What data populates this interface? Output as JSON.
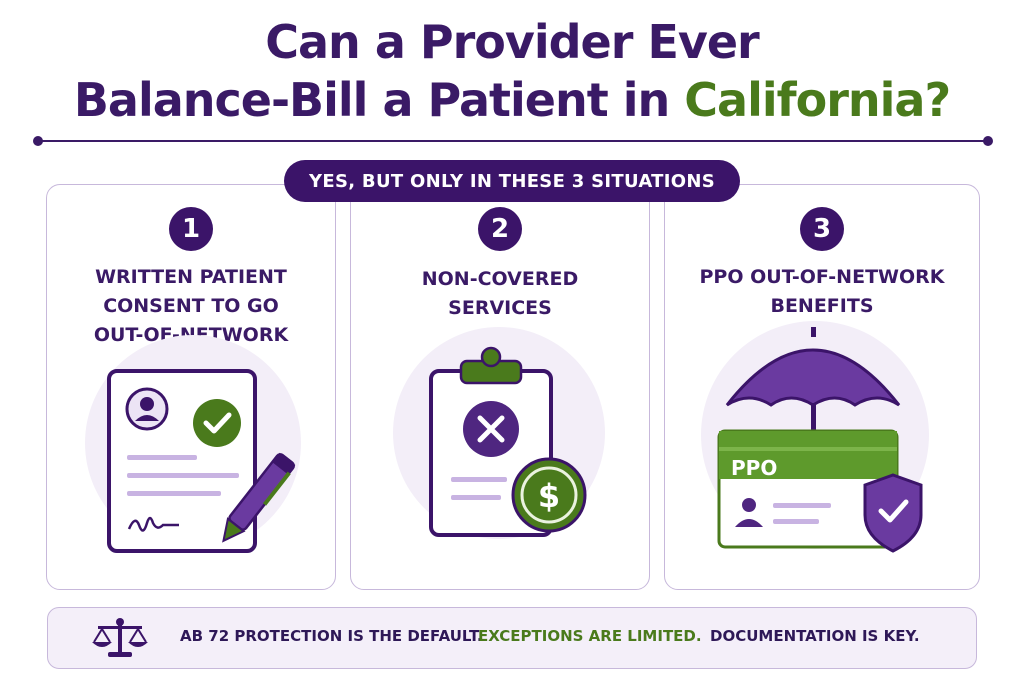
{
  "title": {
    "line1": "Can a Provider Ever",
    "line2_prefix": "Balance-Bill a Patient in ",
    "line2_highlight": "California?"
  },
  "banner": "YES, BUT ONLY IN THESE 3 SITUATIONS",
  "situations": [
    {
      "number": "1",
      "title_lines": [
        "WRITTEN PATIENT",
        "CONSENT TO GO",
        "OUT-OF-NETWORK"
      ],
      "icon": "signed-consent-form-icon"
    },
    {
      "number": "2",
      "title_lines": [
        "NON-COVERED",
        "SERVICES"
      ],
      "icon": "clipboard-x-dollar-icon"
    },
    {
      "number": "3",
      "title_lines": [
        "PPO OUT-OF-NETWORK",
        "BENEFITS"
      ],
      "icon": "ppo-card-umbrella-shield-icon",
      "card_label": "PPO"
    }
  ],
  "footer": {
    "icon": "scales-of-justice-icon",
    "statement1": "AB 72 PROTECTION IS THE DEFAULT.",
    "statement2": "EXCEPTIONS ARE LIMITED.",
    "statement3": "DOCUMENTATION IS KEY."
  },
  "colors": {
    "primary_purple": "#3b1469",
    "accent_purple": "#6a3aa0",
    "accent_green": "#4a7a1c",
    "light_purple": "#ece4f5"
  }
}
